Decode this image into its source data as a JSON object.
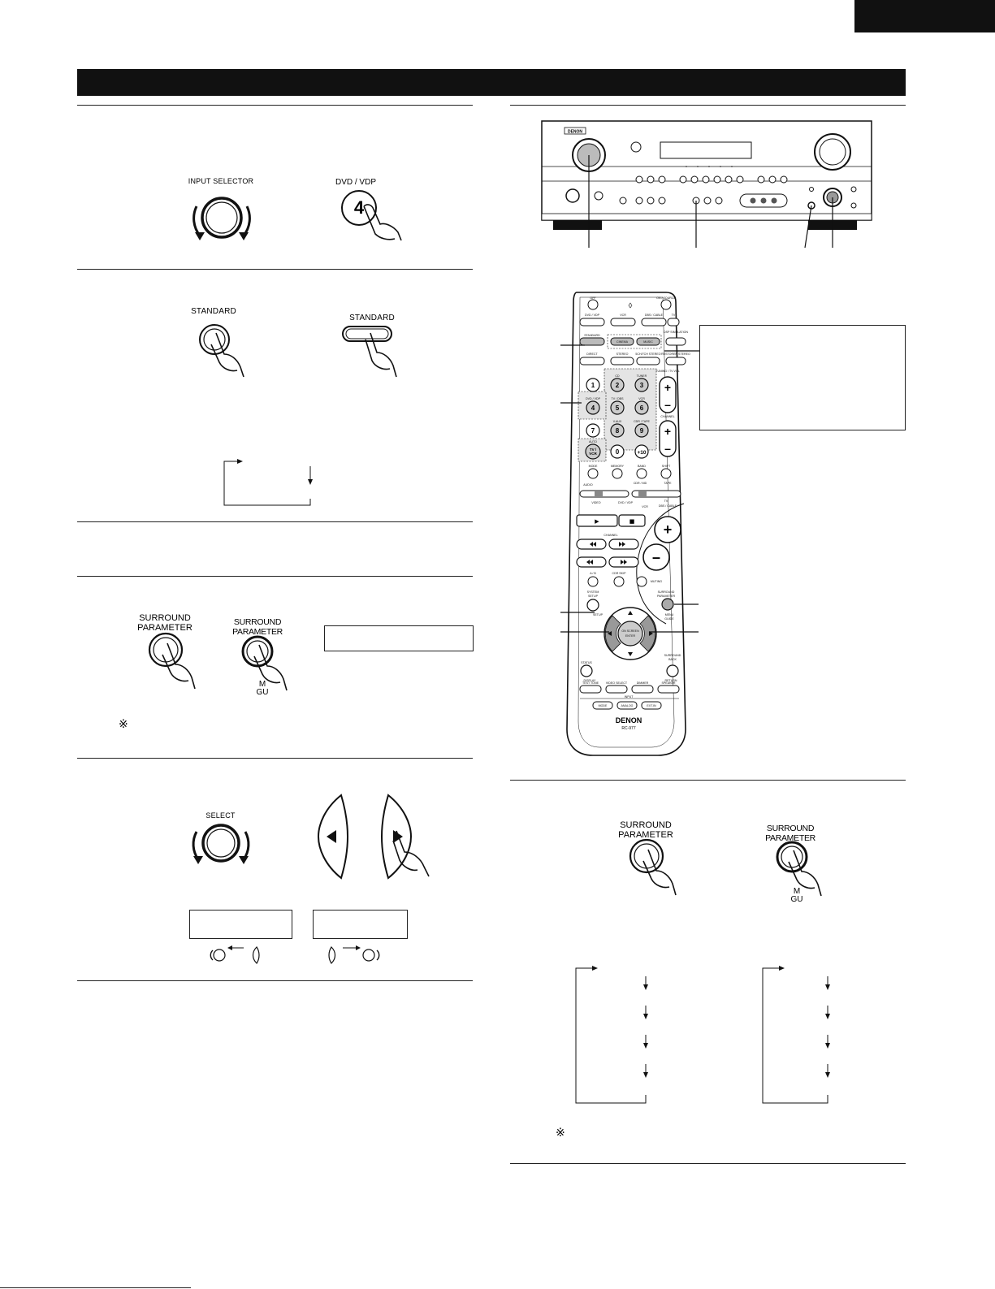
{
  "labels": {
    "input_selector": "INPUT SELECTOR",
    "dvd_vdp": "DVD / VDP",
    "digit_4": "4",
    "standard": "STANDARD",
    "surround": "SURROUND",
    "parameter": "PARAMETER",
    "select": "SELECT",
    "menu_gui_frag_1": "M",
    "menu_gui_frag_2": "GU",
    "note_mark": "※"
  },
  "receiver": {
    "brand": "DENON"
  },
  "remote": {
    "brand": "DENON",
    "model": "RC-977",
    "top_keys": [
      "OFF",
      "ON / SOURCE"
    ],
    "source_keys": [
      "DVD / VDP",
      "VCR",
      "DBS / CABLE",
      "TV"
    ],
    "mode_keys": [
      "STANDARD",
      "CINEMA",
      "MUSIC",
      "DSP SIMULATION"
    ],
    "mode_keys_2": [
      "DIRECT",
      "STEREO",
      "5CH/7CH STEREO",
      "RESTORER STEREO"
    ],
    "num_labels": [
      "CD",
      "TUNER",
      "DVD / VDP",
      "TV / DBS",
      "VCR",
      "V.AUX",
      "CDR / TAPE",
      "AUTO"
    ],
    "numbers": [
      "1",
      "2",
      "3",
      "4",
      "5",
      "6",
      "7",
      "8",
      "9",
      "0",
      "+10"
    ],
    "tv_vcr": [
      "TV /",
      "VCR"
    ],
    "side_labels": [
      "TUNING / TV VOL",
      "CHANNEL"
    ],
    "row_keys": [
      "MODE",
      "MEMORY",
      "BAND",
      "SHIFT"
    ],
    "slider_labels": [
      "AUDIO",
      "CDR / MD",
      "TAPE",
      "VIDEO",
      "DVD / VDP",
      "TV",
      "VCR",
      "DBS / CABLE"
    ],
    "transport": [
      "▶",
      "■"
    ],
    "channel_label": "CHANNEL",
    "skip_keys": [
      "A / B",
      "CDR SKIP"
    ],
    "muting": "MUTING",
    "system_setup": [
      "SYSTEM",
      "SETUP"
    ],
    "setup": "SETUP",
    "surround_parameter": [
      "SURROUND",
      "PARAMETER"
    ],
    "menu_guide": [
      "MENU",
      "GUIDE"
    ],
    "center_key": [
      "ON SCREEN",
      "ENTER"
    ],
    "status": "STATUS",
    "display": "DISPLAY",
    "surround_back": [
      "SURROUND",
      "BACK"
    ],
    "return": "RETURN",
    "bottom_keys": [
      "TEST TONE",
      "VIDEO SELECT",
      "DIMMER",
      "SPEAKER"
    ],
    "input_label": "INPUT",
    "input_keys": [
      "MODE",
      "ANALOG",
      "EXT.IN"
    ]
  }
}
